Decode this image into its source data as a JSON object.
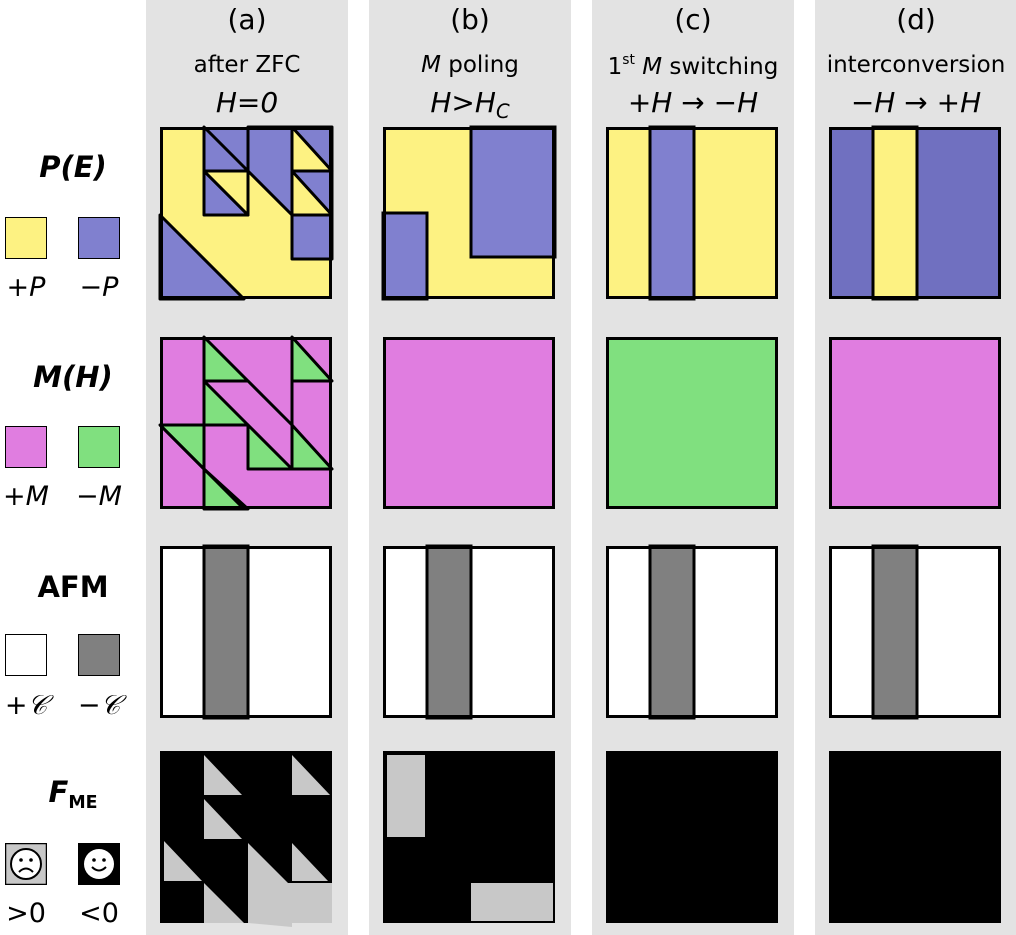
{
  "columns": [
    {
      "letter": "(a)",
      "subtitle": "after ZFC",
      "condition": "H=0"
    },
    {
      "letter": "(b)",
      "subtitle_italic": "M",
      "subtitle_rest": " poling",
      "condition": "H>H",
      "condition_sub": "C"
    },
    {
      "letter": "(c)",
      "subtitle_pre": "1",
      "subtitle_sup": "st",
      "subtitle_italic": " M",
      "subtitle_rest": " switching",
      "condition": "+H → −H"
    },
    {
      "letter": "(d)",
      "subtitle": "interconversion",
      "condition": "−H → +H"
    }
  ],
  "rows": [
    {
      "title": "P(E)",
      "legend": [
        {
          "label": "+P",
          "color": "#fdf282"
        },
        {
          "label": "−P",
          "color": "#8080cf"
        }
      ]
    },
    {
      "title": "M(H)",
      "legend": [
        {
          "label": "+M",
          "color": "#e07de0"
        },
        {
          "label": "−M",
          "color": "#80e07f"
        }
      ]
    },
    {
      "title": "AFM",
      "legend": [
        {
          "label": "+𝒞",
          "color": "#ffffff"
        },
        {
          "label": "−𝒞",
          "color": "#808080"
        }
      ]
    },
    {
      "title": "F",
      "title_sub": "ME",
      "legend": [
        {
          "label": ">0",
          "color": "#c8c8c8",
          "icon": "sad-face-icon"
        },
        {
          "label": "<0",
          "color": "#000000",
          "icon": "happy-face-icon"
        }
      ]
    }
  ],
  "colors": {
    "column_background": "#e3e3e3",
    "yellow": "#fdf282",
    "blue_a_b_c": "#8080cf",
    "blue_d": "#7070c0",
    "magenta": "#e07de0",
    "green": "#80e07f",
    "gray": "#808080",
    "light_gray": "#c8c8c8",
    "black": "#000000"
  }
}
